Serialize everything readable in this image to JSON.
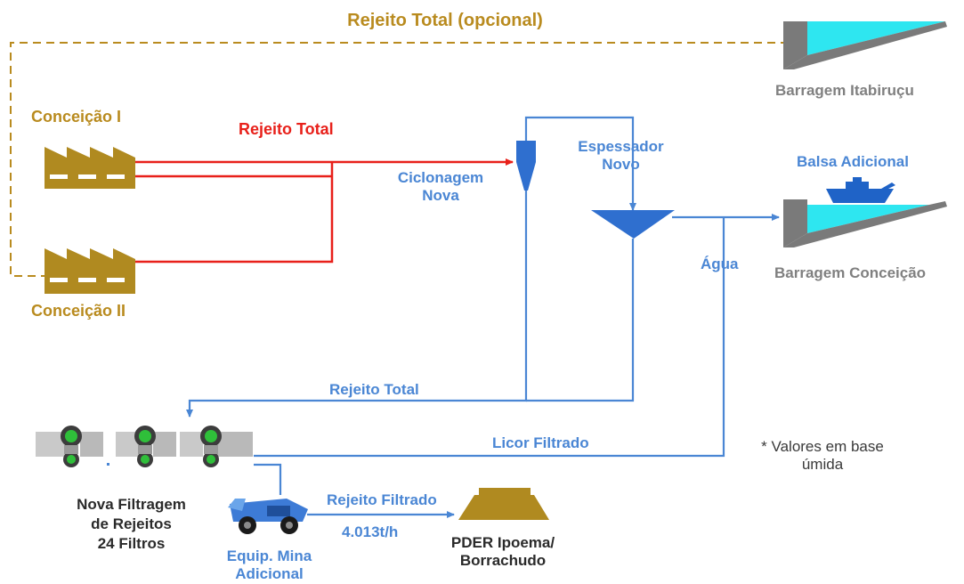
{
  "labels": {
    "rejeito_total_opcional": "Rejeito Total (opcional)",
    "barragem_itabirucu": "Barragem Itabiruçu",
    "conceicao_1": "Conceição I",
    "conceicao_2": "Conceição II",
    "rejeito_total_red": "Rejeito Total",
    "ciclonagem_line1": "Ciclonagem",
    "ciclonagem_line2": "Nova",
    "espessador_line1": "Espessador",
    "espessador_line2": "Novo",
    "balsa_adicional": "Balsa Adicional",
    "barragem_conceicao": "Barragem Conceição",
    "agua": "Água",
    "rejeito_total_blue": "Rejeito Total",
    "licor_filtrado": "Licor Filtrado",
    "nota_line1": "* Valores em base",
    "nota_line2": "úmida",
    "filtragem_line1": "Nova Filtragem",
    "filtragem_line2": "de Rejeitos",
    "filtragem_line3": "24 Filtros",
    "rejeito_filtrado": "Rejeito Filtrado",
    "vazao": "4.013t/h",
    "pder_line1": "PDER Ipoema/",
    "pder_line2": "Borrachudo",
    "equip_line1": "Equip. Mina",
    "equip_line2": "Adicional"
  },
  "colors": {
    "gold": "#b98b1f",
    "process_blue": "#4a86d4",
    "tailings_red": "#e8201a",
    "dam_grey": "#7a7a7a",
    "water_cyan": "#2ee6f0",
    "dashed_line": "#b98b1f"
  },
  "icons": [
    "factory-icon",
    "dam-icon",
    "cyclone-icon",
    "thickener-icon",
    "barge-icon",
    "filter-press-icon",
    "haul-truck-icon",
    "stockpile-icon"
  ]
}
